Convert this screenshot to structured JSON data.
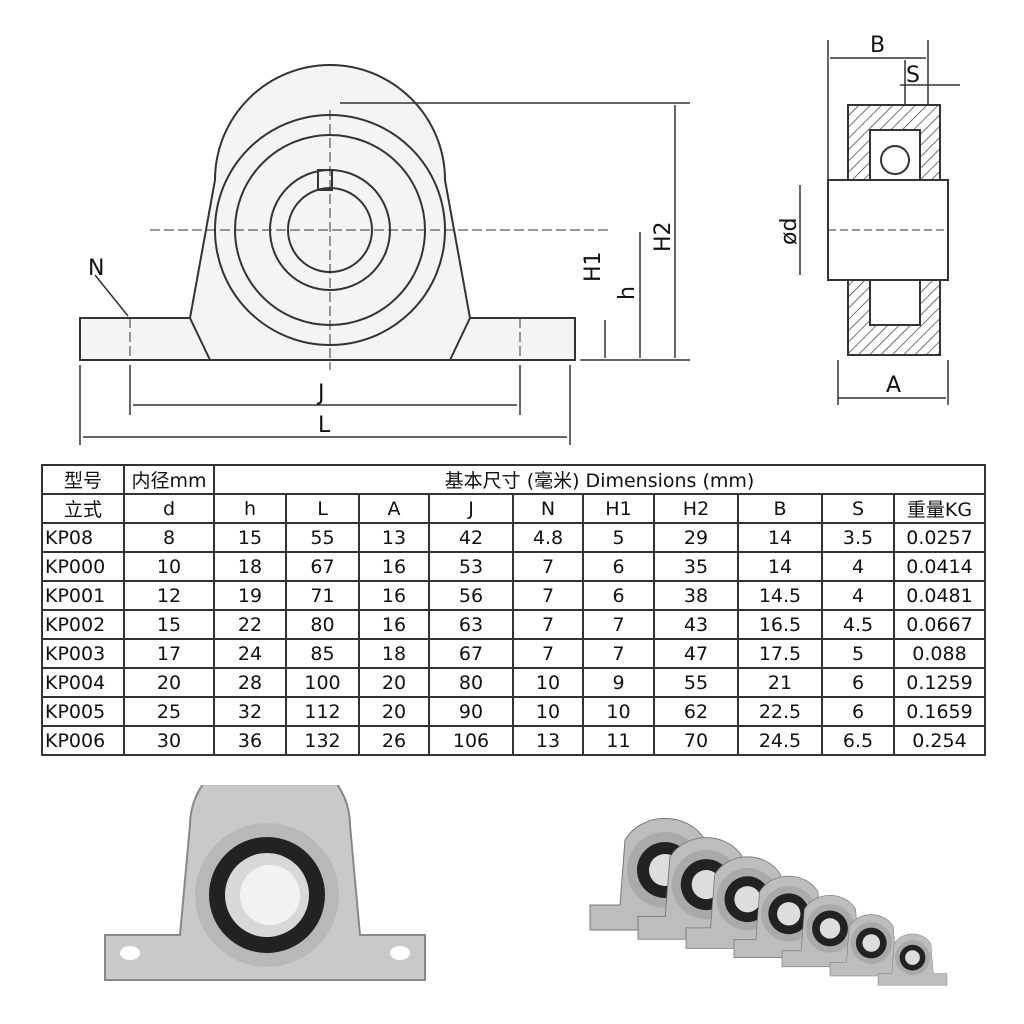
{
  "drawing": {
    "front_labels": {
      "N": "N",
      "J": "J",
      "L": "L",
      "H1": "H1",
      "h": "h",
      "H2": "H2"
    },
    "side_labels": {
      "B": "B",
      "S": "S",
      "d": "ød",
      "A": "A"
    }
  },
  "table": {
    "header_row1": {
      "model": "型号",
      "bore": "内径mm",
      "dimensions": "基本尺寸 (毫米) Dimensions (mm)"
    },
    "header_row2": [
      "立式",
      "d",
      "h",
      "L",
      "A",
      "J",
      "N",
      "H1",
      "H2",
      "B",
      "S",
      "重量KG"
    ],
    "rows": [
      [
        "KP08",
        "8",
        "15",
        "55",
        "13",
        "42",
        "4.8",
        "5",
        "29",
        "14",
        "3.5",
        "0.0257"
      ],
      [
        "KP000",
        "10",
        "18",
        "67",
        "16",
        "53",
        "7",
        "6",
        "35",
        "14",
        "4",
        "0.0414"
      ],
      [
        "KP001",
        "12",
        "19",
        "71",
        "16",
        "56",
        "7",
        "6",
        "38",
        "14.5",
        "4",
        "0.0481"
      ],
      [
        "KP002",
        "15",
        "22",
        "80",
        "16",
        "63",
        "7",
        "7",
        "43",
        "16.5",
        "4.5",
        "0.0667"
      ],
      [
        "KP003",
        "17",
        "24",
        "85",
        "18",
        "67",
        "7",
        "7",
        "47",
        "17.5",
        "5",
        "0.088"
      ],
      [
        "KP004",
        "20",
        "28",
        "100",
        "20",
        "80",
        "10",
        "9",
        "55",
        "21",
        "6",
        "0.1259"
      ],
      [
        "KP005",
        "25",
        "32",
        "112",
        "20",
        "90",
        "10",
        "10",
        "62",
        "22.5",
        "6",
        "0.1659"
      ],
      [
        "KP006",
        "30",
        "36",
        "132",
        "26",
        "106",
        "13",
        "11",
        "70",
        "24.5",
        "6.5",
        "0.254"
      ]
    ]
  }
}
